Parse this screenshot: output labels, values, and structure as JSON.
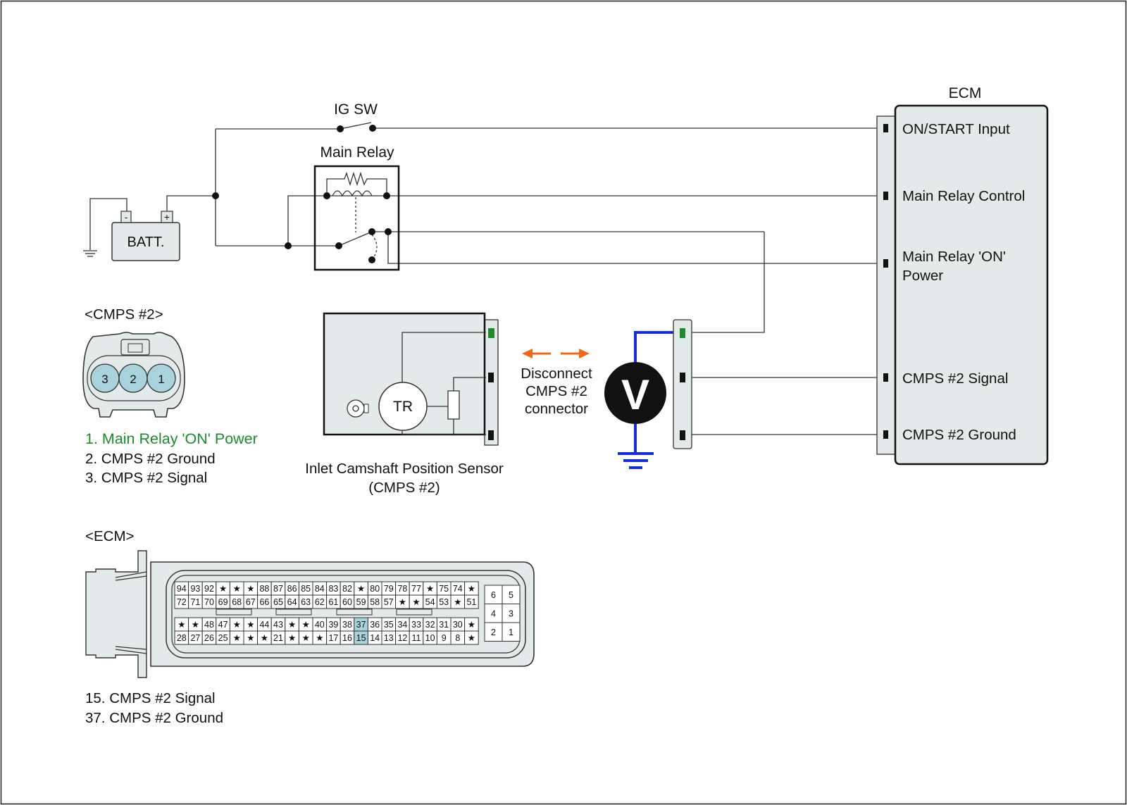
{
  "diagram": {
    "labels": {
      "ig_sw": "IG SW",
      "main_relay": "Main Relay",
      "batt": "BATT.",
      "batt_minus": "-",
      "batt_plus": "+",
      "ecm_title": "ECM",
      "sensor_tr": "TR",
      "sensor_name_line1": "Inlet Camshaft Position Sensor",
      "sensor_name_line2": "(CMPS #2)",
      "voltmeter": "V",
      "disconnect_line1": "Disconnect",
      "disconnect_line2": "CMPS #2",
      "disconnect_line3": "connector"
    },
    "ecm_pins": {
      "on_start": "ON/START Input",
      "relay_control": "Main Relay Control",
      "relay_on_power_line1": "Main Relay 'ON'",
      "relay_on_power_line2": "Power",
      "cmps_signal": "CMPS #2 Signal",
      "cmps_ground": "CMPS #2 Ground"
    },
    "cmps_connector": {
      "title": "<CMPS #2>",
      "pins": [
        "3",
        "2",
        "1"
      ],
      "legend": [
        "1. Main Relay 'ON' Power",
        "2. CMPS #2 Ground",
        "3. CMPS #2 Signal"
      ]
    },
    "ecm_connector": {
      "title": "<ECM>",
      "rows": [
        [
          "94",
          "93",
          "92",
          "★",
          "★",
          "★",
          "88",
          "87",
          "86",
          "85",
          "84",
          "83",
          "82",
          "★",
          "80",
          "79",
          "78",
          "77",
          "★",
          "75",
          "74",
          "★"
        ],
        [
          "72",
          "71",
          "70",
          "69",
          "68",
          "67",
          "66",
          "65",
          "64",
          "63",
          "62",
          "61",
          "60",
          "59",
          "58",
          "57",
          "★",
          "★",
          "54",
          "53",
          "★",
          "51"
        ],
        [
          "★",
          "★",
          "48",
          "47",
          "★",
          "★",
          "44",
          "43",
          "★",
          "★",
          "40",
          "39",
          "38",
          "37",
          "36",
          "35",
          "34",
          "33",
          "32",
          "31",
          "30",
          "★"
        ],
        [
          "28",
          "27",
          "26",
          "25",
          "★",
          "★",
          "★",
          "21",
          "★",
          "★",
          "★",
          "17",
          "16",
          "15",
          "14",
          "13",
          "12",
          "11",
          "10",
          "9",
          "8",
          "★"
        ]
      ],
      "highlight": [
        "37",
        "15"
      ],
      "side_block": [
        [
          "6",
          "5"
        ],
        [
          "4",
          "3"
        ],
        [
          "2",
          "1"
        ]
      ],
      "legend": [
        "15. CMPS #2 Signal",
        "37. CMPS #2 Ground"
      ]
    },
    "colors": {
      "highlight_pin": "#a9d3dc",
      "legend_green": "#1e8a2e",
      "probe_blue": "#1530d8",
      "arrow_orange": "#ee6a1a",
      "panel_fill": "#e4e9ea"
    }
  }
}
